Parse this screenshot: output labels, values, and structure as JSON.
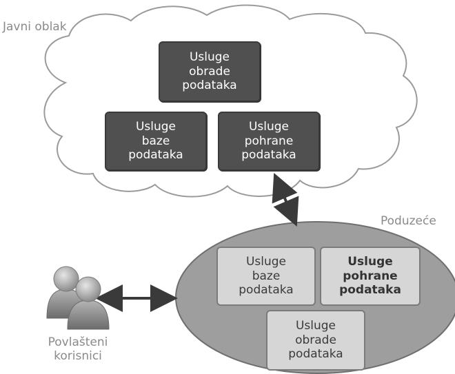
{
  "cloud": {
    "label": "Javni oblak",
    "services": [
      {
        "id": "obrada",
        "text": "Usluge\nobrade\npodataka"
      },
      {
        "id": "baza",
        "text": "Usluge\nbaze\npodataka"
      },
      {
        "id": "pohrana",
        "text": "Usluge\npohrane\npodataka"
      }
    ]
  },
  "enterprise": {
    "label": "Poduzeće",
    "services": [
      {
        "id": "baza",
        "text": "Usluge\nbaze\npodataka"
      },
      {
        "id": "pohrana",
        "text": "Usluge\npohrane\npodataka"
      },
      {
        "id": "obrada",
        "text": "Usluge\nobrade\npodataka"
      }
    ]
  },
  "users": {
    "label": "Povlašteni\nkorisnici",
    "icon": "users-icon"
  },
  "colors": {
    "dark_box": "#505050",
    "light_box": "#d6d6d6",
    "ellipse": "#9e9e9e",
    "arrow": "#3a3a3a",
    "label": "#8a8a8a"
  }
}
